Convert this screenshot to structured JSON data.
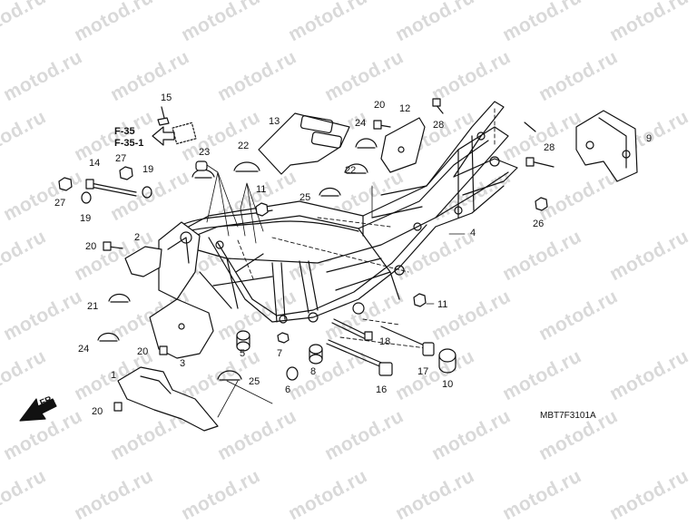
{
  "watermark": "motod.ru",
  "diagram_code": "MBT7F3101A",
  "direction_label": "FR.",
  "reference_labels": [
    "F-35",
    "F-35-1"
  ],
  "callouts": {
    "c1": "1",
    "c2": "2",
    "c3": "3",
    "c4": "4",
    "c5": "5",
    "c6": "6",
    "c7": "7",
    "c8": "8",
    "c9": "9",
    "c10": "10",
    "c11": "11",
    "c12": "12",
    "c13": "13",
    "c14": "14",
    "c15": "15",
    "c16": "16",
    "c17": "17",
    "c18": "18",
    "c19": "19",
    "c20": "20",
    "c21": "21",
    "c22": "22",
    "c23": "23",
    "c24": "24",
    "c25": "25",
    "c26": "26",
    "c27": "27",
    "c28": "28"
  }
}
